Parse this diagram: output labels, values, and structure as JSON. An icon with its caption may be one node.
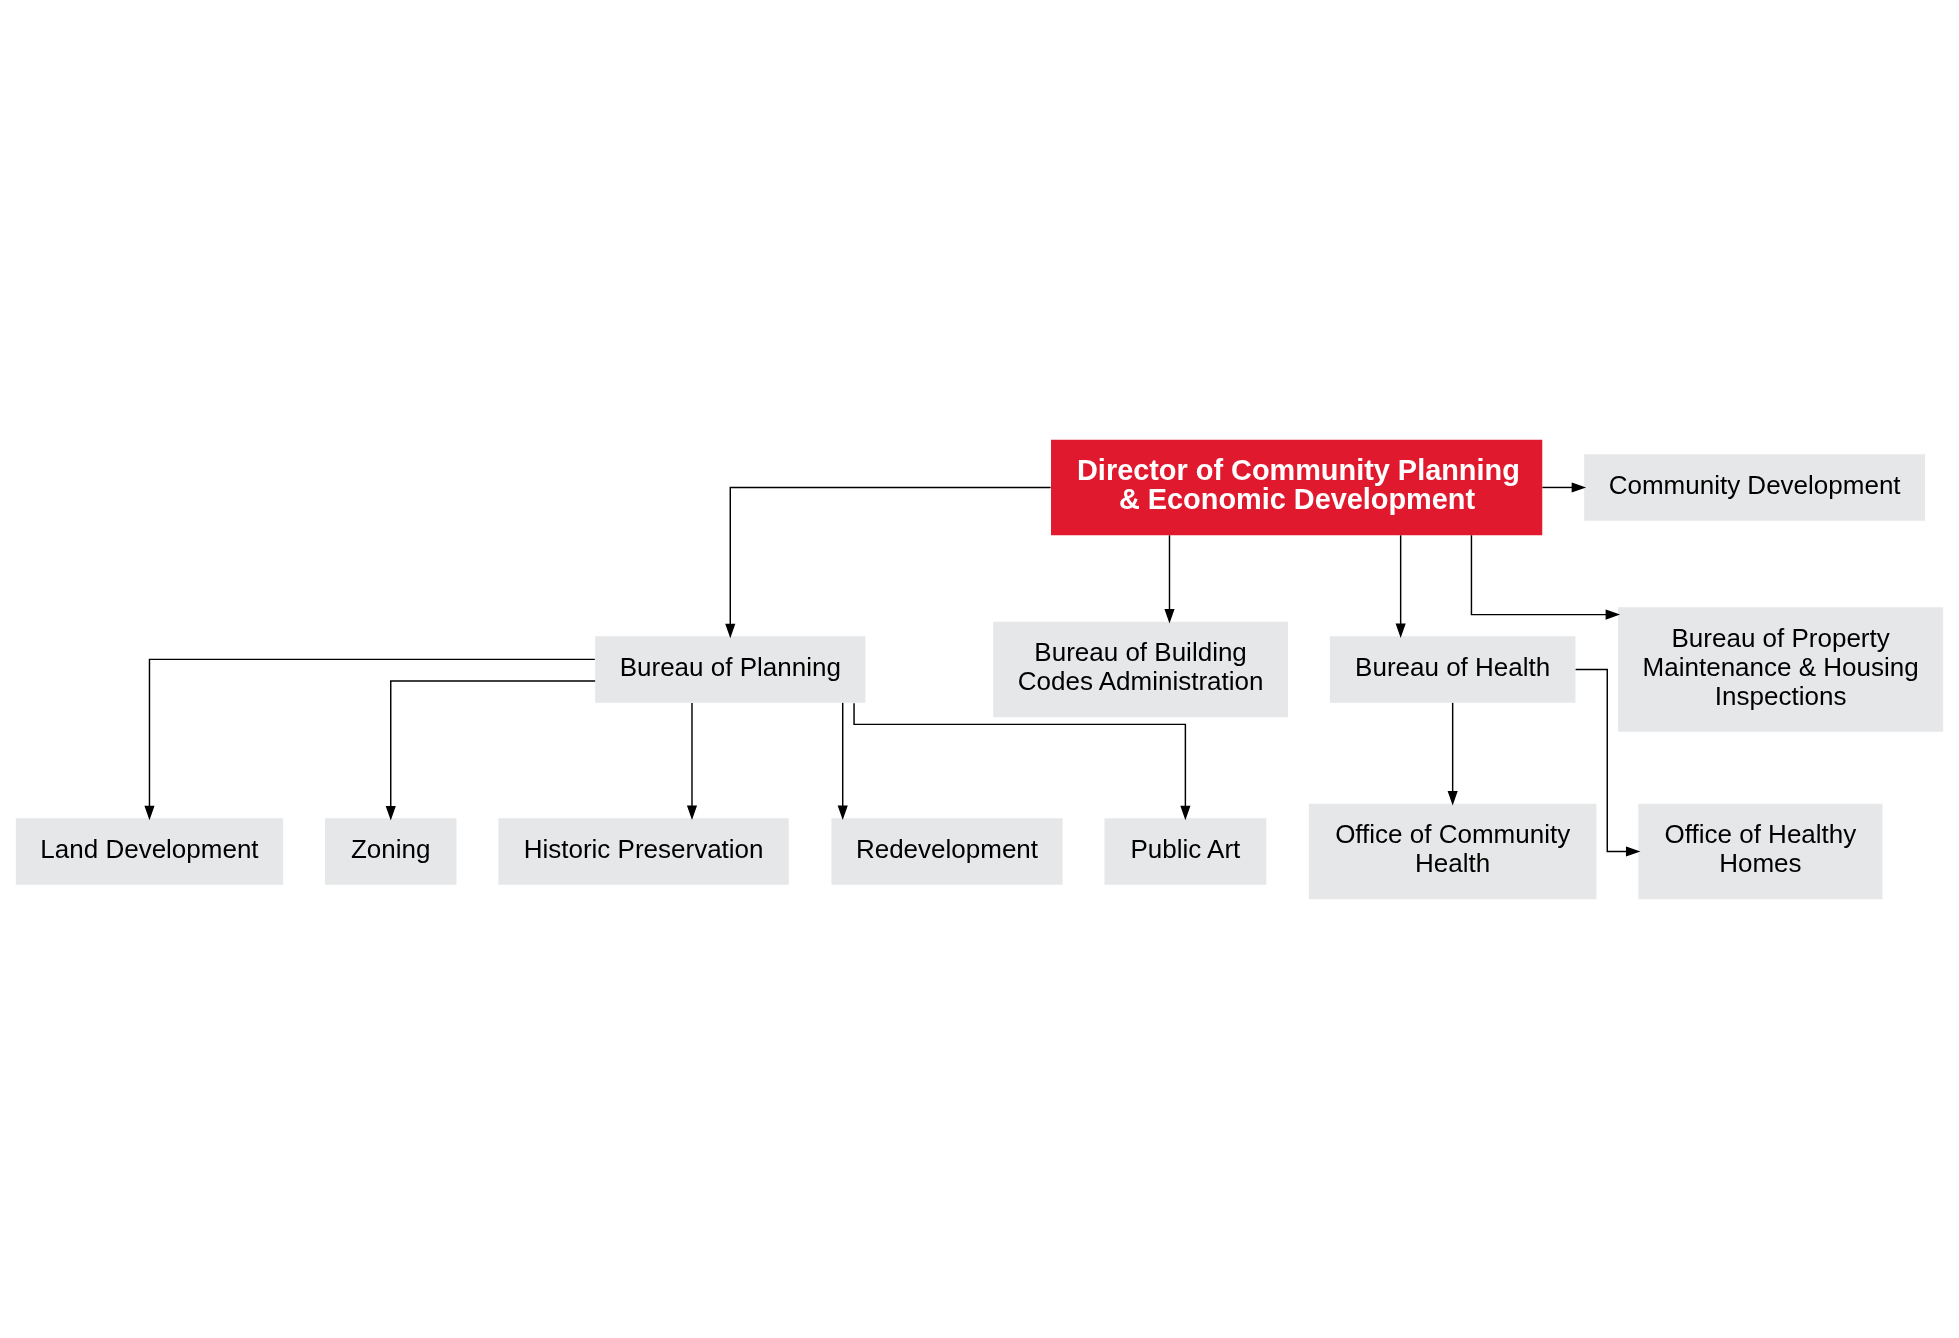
{
  "diagram": {
    "nodes": [
      {
        "text": [
          "Director of Community Planning & Economic Development"
        ]
      },
      {
        "text": [
          "Community Development"
        ]
      },
      {
        "text": [
          "Bureau of Planning"
        ]
      },
      {
        "text": [
          "Bureau of Building Codes Administration"
        ]
      },
      {
        "text": [
          "Bureau of Health"
        ]
      },
      {
        "text": [
          "Bureau of Property Maintenance & Housing Inspections"
        ]
      },
      {
        "text": [
          "Land Development"
        ]
      },
      {
        "text": [
          "Zoning"
        ]
      },
      {
        "text": [
          "Historic Preservation"
        ]
      },
      {
        "text": [
          "Redevelopment"
        ]
      },
      {
        "text": [
          "Public Art"
        ]
      },
      {
        "text": [
          "Office of Community Health"
        ]
      },
      {
        "text": [
          "Office of Healthy Homes"
        ]
      }
    ],
    "edges": [
      {
        "from": 0,
        "to": 1,
        "arrow": "to"
      },
      {
        "from": 0,
        "to": 2,
        "arrow": "to"
      },
      {
        "from": 0,
        "to": 3,
        "arrow": "to"
      },
      {
        "from": 0,
        "to": 4,
        "arrow": "to"
      },
      {
        "from": 0,
        "to": 5,
        "arrow": "to"
      },
      {
        "from": 2,
        "to": 6,
        "arrow": "to"
      },
      {
        "from": 2,
        "to": 7,
        "arrow": "to"
      },
      {
        "from": 2,
        "to": 8,
        "arrow": "to"
      },
      {
        "from": 2,
        "to": 9,
        "arrow": "to"
      },
      {
        "from": 2,
        "to": 10,
        "arrow": "to"
      },
      {
        "from": 4,
        "to": 11,
        "arrow": "to"
      },
      {
        "from": 4,
        "to": 12,
        "arrow": "to"
      }
    ]
  }
}
